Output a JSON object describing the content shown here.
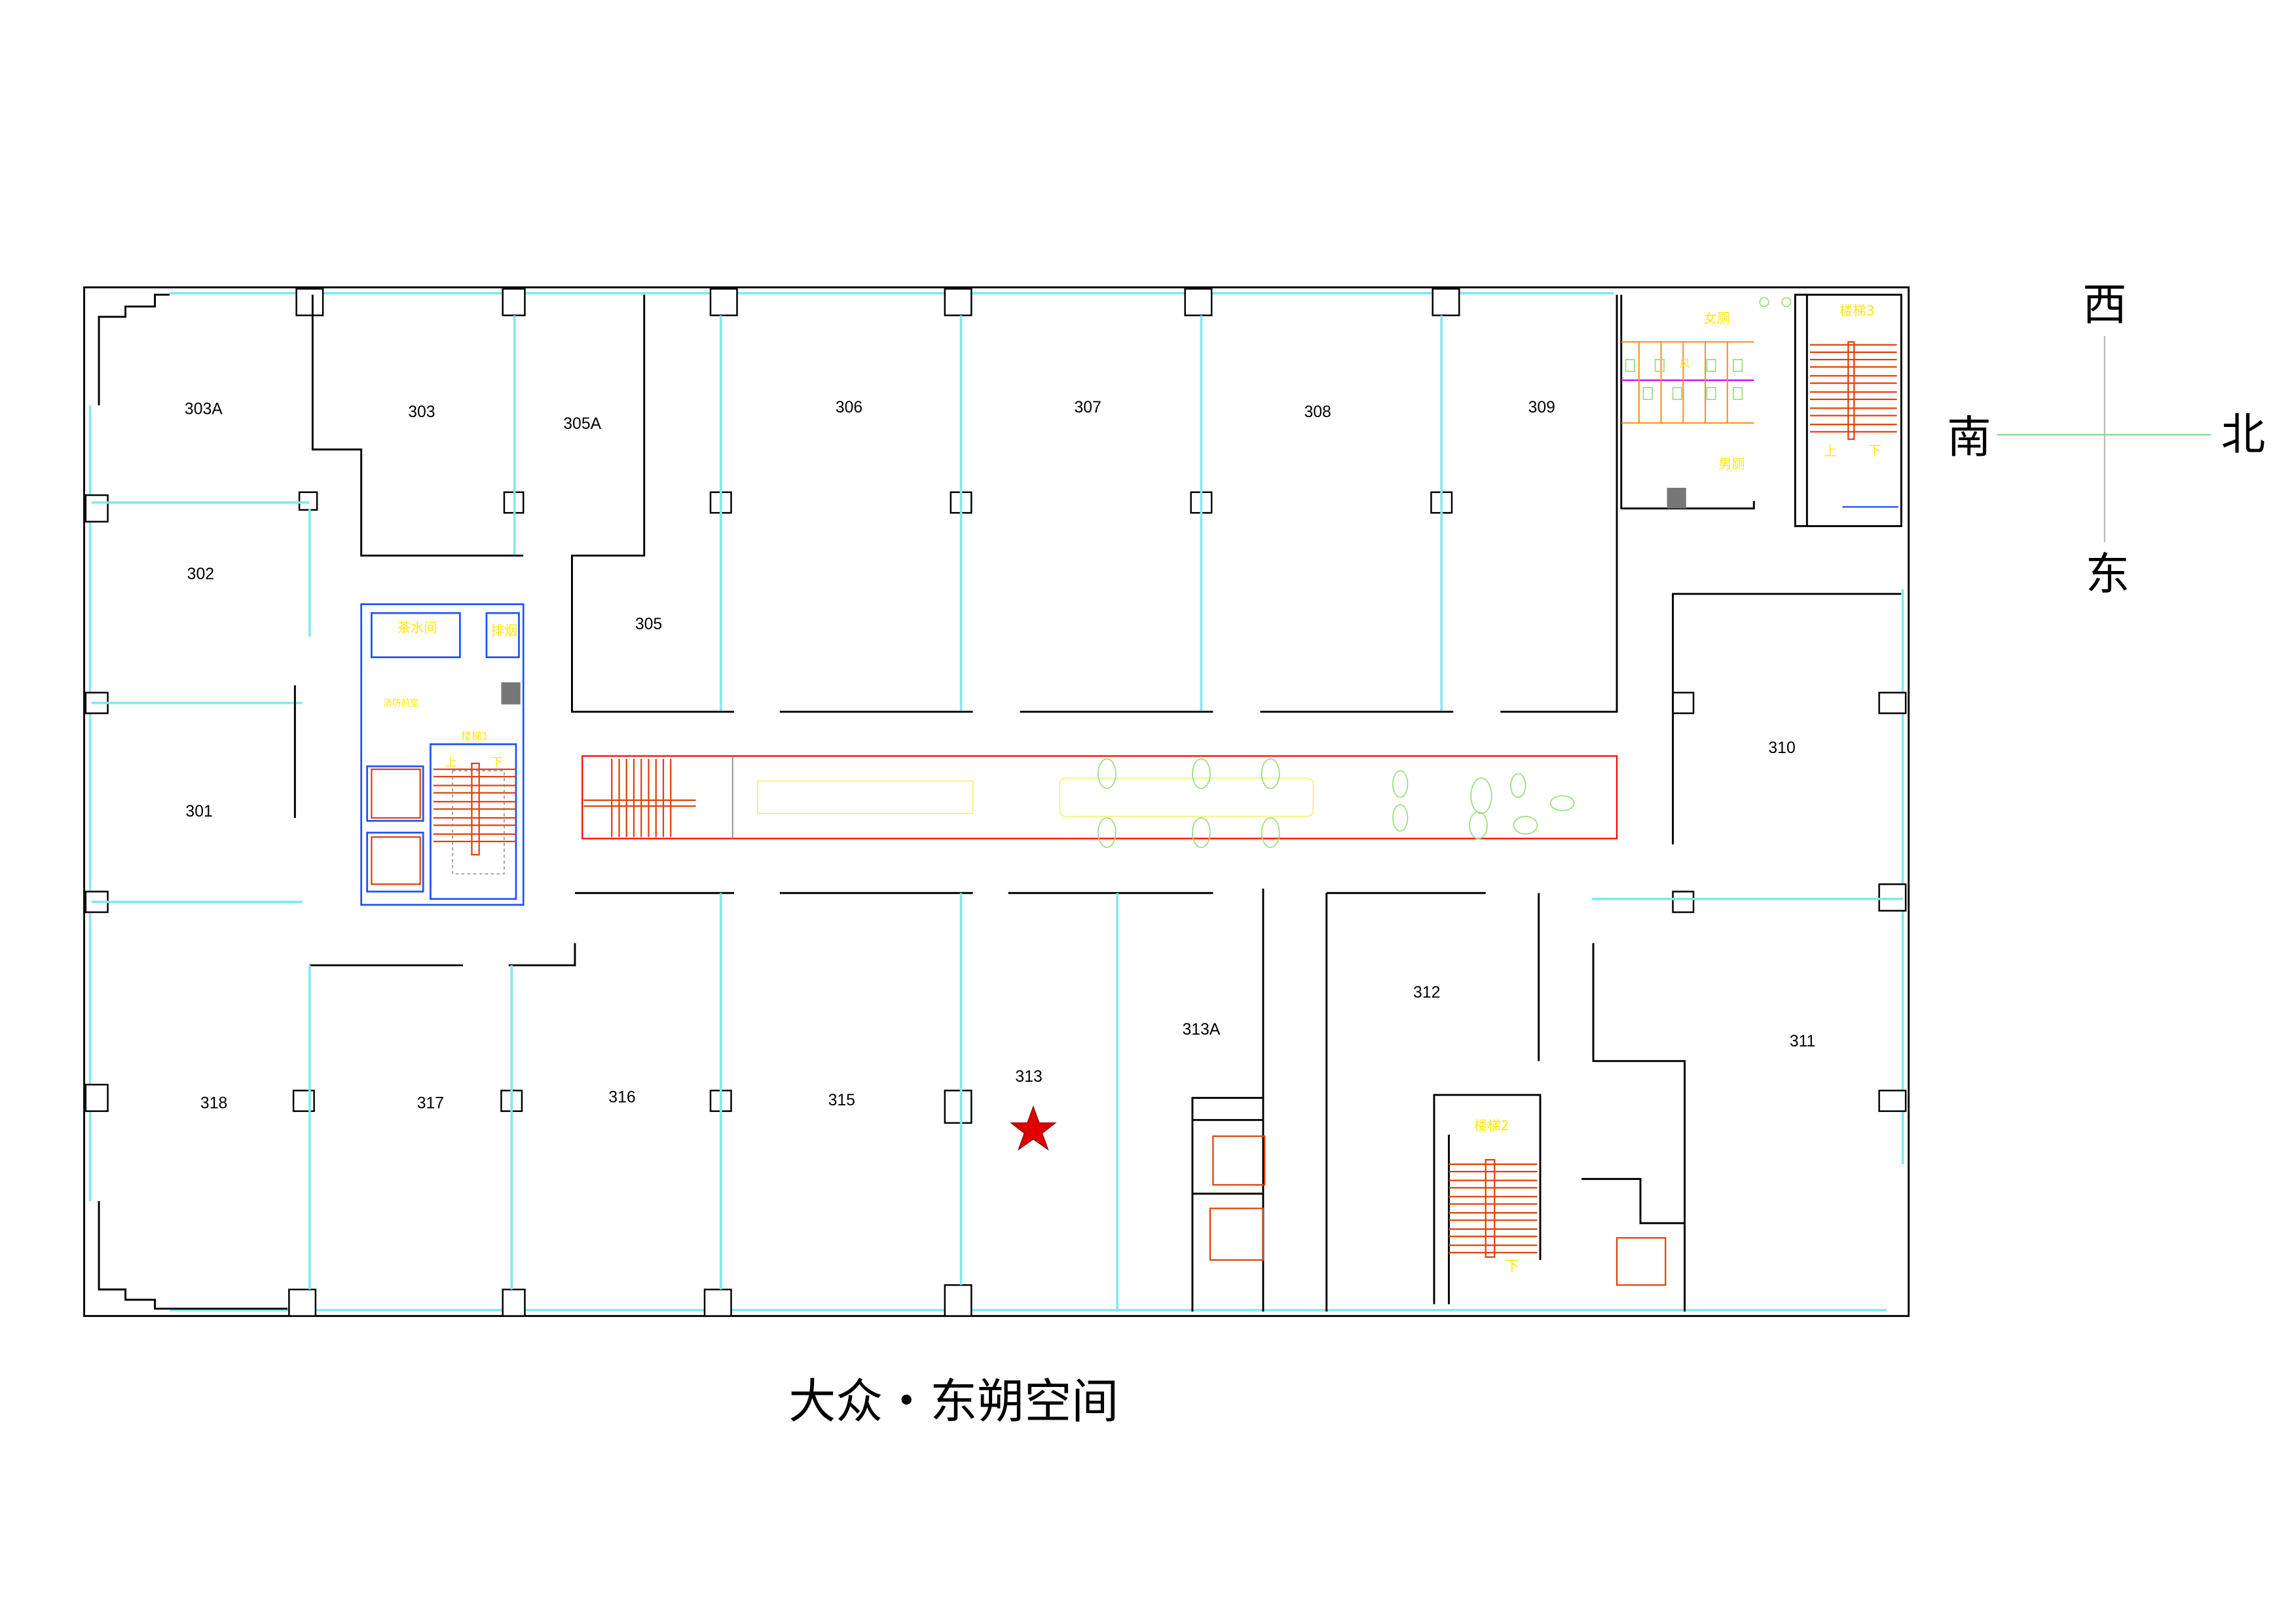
{
  "title": "大众・东朔空间",
  "compass": {
    "west": "西",
    "south": "南",
    "north": "北",
    "east": "东"
  },
  "rooms": [
    "303A",
    "303",
    "305A",
    "306",
    "307",
    "308",
    "309",
    "302",
    "305",
    "310",
    "301",
    "313A",
    "312",
    "311",
    "318",
    "317",
    "316",
    "315",
    "313"
  ],
  "labels": {
    "tea_room": "茶水间",
    "smoke_exhaust": "排烟",
    "fire_control": "消防前室",
    "stair1": "楼梯1",
    "stair2": "楼梯2",
    "stair3": "楼梯3",
    "up": "上",
    "down": "下",
    "womens_toilet": "女厕",
    "mens_toilet": "男厕",
    "wind": "风"
  },
  "marker": {
    "room": "313",
    "color": "#e00000"
  }
}
